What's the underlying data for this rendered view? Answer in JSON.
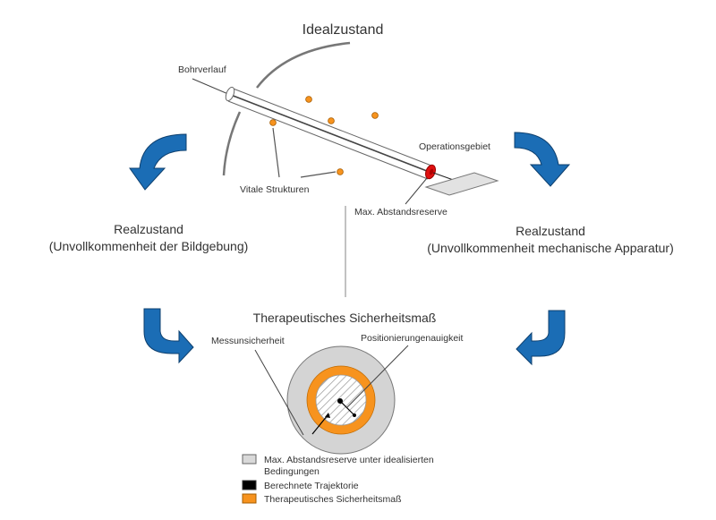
{
  "title_top": "Idealzustand",
  "labels": {
    "drill_path": "Bohrverlauf",
    "vital_structures": "Vitale Strukturen",
    "operation_area": "Operationsgebiet",
    "max_distance_reserve": "Max. Abstandsreserve"
  },
  "left_state": {
    "line1": "Realzustand",
    "line2": "(Unvollkommenheit der Bildgebung)"
  },
  "right_state": {
    "line1": "Realzustand",
    "line2": "(Unvollkommenheit mechanische Apparatur)"
  },
  "bottom_title": "Therapeutisches Sicherheitsmaß",
  "circle_labels": {
    "measurement_uncertainty": "Messunsicherheit",
    "positioning_inaccuracy": "Positionierungenauigkeit"
  },
  "legend": [
    {
      "label_line1": "Max. Abstandsreserve unter idealisierten",
      "label_line2": "Bedingungen",
      "color": "#d9d9d9"
    },
    {
      "label_line1": "Berechnete Trajektorie",
      "label_line2": "",
      "color": "#000000"
    },
    {
      "label_line1": "Therapeutisches Sicherheitsmaß",
      "label_line2": "",
      "color": "#f7931e"
    }
  ],
  "colors": {
    "arrow_blue": "#1b6db5",
    "orange": "#f7931e",
    "red_tip": "#e01010",
    "gray_fill": "#d4d4d4"
  }
}
